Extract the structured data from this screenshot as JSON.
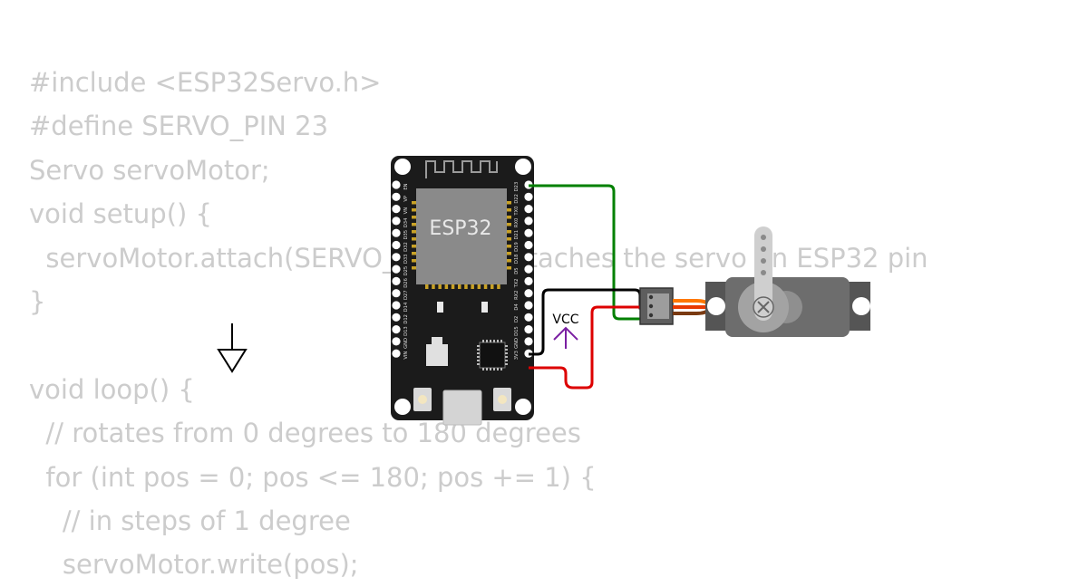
{
  "code_lines": [
    "#include <ESP32Servo.h>",
    "#define SERVO_PIN 23",
    "Servo servoMotor;",
    "void setup() {",
    "  servoMotor.attach(SERVO_PIN);  // attaches the servo on ESP32 pin",
    "}",
    "",
    "void loop() {",
    "  // rotates from 0 degrees to 180 degrees",
    "  for (int pos = 0; pos <= 180; pos += 1) {",
    "    // in steps of 1 degree",
    "    servoMotor.write(pos);"
  ],
  "board": {
    "chip_label": "ESP32",
    "left_pins": [
      "EN",
      "VP",
      "VN",
      "D34",
      "D35",
      "D32",
      "D33",
      "D25",
      "D26",
      "D27",
      "D14",
      "D12",
      "D13",
      "GND",
      "VIN"
    ],
    "right_pins": [
      "D23",
      "D22",
      "TX0",
      "RX0",
      "D21",
      "D19",
      "D18",
      "D5",
      "TX2",
      "RX2",
      "D4",
      "D2",
      "D15",
      "GND",
      "3V3"
    ]
  },
  "vcc_label": "VCC",
  "wire_colors": {
    "signal": "#008000",
    "ground": "#000000",
    "power": "#dd0000",
    "servo_signal": "#ff7700",
    "servo_power": "#e83a00",
    "servo_ground": "#7a3a12"
  },
  "colors": {
    "board": "#1b1b1b",
    "chip": "#8a8a8a",
    "servo_body": "#6d6d6d",
    "vcc_arrow": "#7a1fa2"
  }
}
